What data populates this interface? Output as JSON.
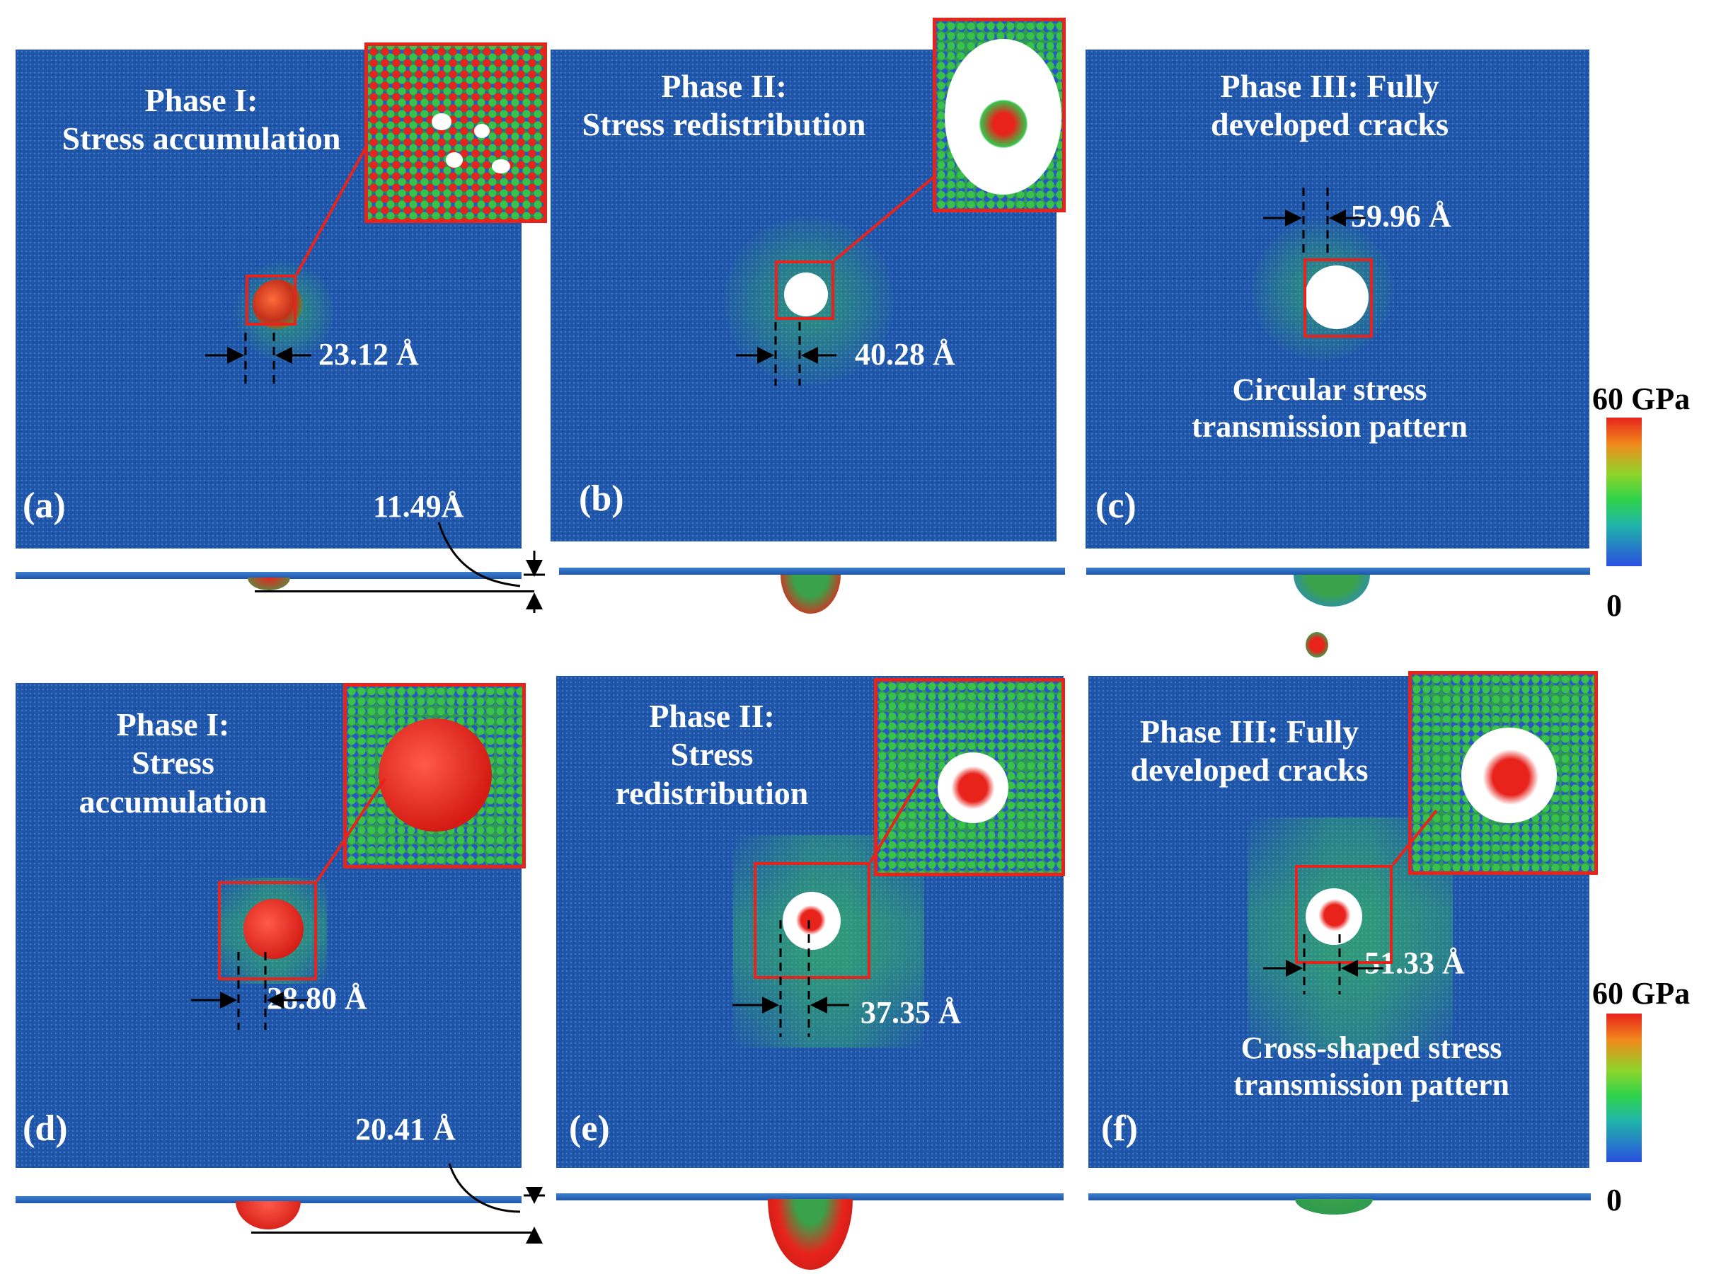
{
  "colors": {
    "stress_high": "#e8231c",
    "stress_mid": "#2fd34a",
    "stress_low": "#2a4fe0",
    "substrate": "#1f55a8",
    "inset_border": "#e8231c"
  },
  "top_row": {
    "a": {
      "label": "(a)",
      "phase": "Phase I:",
      "phase_desc": "Stress accumulation",
      "width": "23.12 Å",
      "depth": "11.49Å"
    },
    "b": {
      "label": "(b)",
      "phase": "Phase II:",
      "phase_desc": "Stress redistribution",
      "width": "40.28 Å"
    },
    "c": {
      "label": "(c)",
      "phase_line1": "Phase III: Fully",
      "phase_line2": "developed cracks",
      "width": "59.96 Å",
      "pattern_line1": "Circular stress",
      "pattern_line2": "transmission pattern"
    }
  },
  "bottom_row": {
    "d": {
      "label": "(d)",
      "phase": "Phase I:",
      "phase_line2": "Stress",
      "phase_line3": "accumulation",
      "width": "28.80 Å",
      "depth": "20.41 Å"
    },
    "e": {
      "label": "(e)",
      "phase": "Phase II:",
      "phase_line2": "Stress",
      "phase_line3": "redistribution",
      "width": "37.35 Å"
    },
    "f": {
      "label": "(f)",
      "phase_line1": "Phase III: Fully",
      "phase_line2": "developed cracks",
      "width": "51.33 Å",
      "pattern_line1": "Cross-shaped stress",
      "pattern_line2": "transmission pattern"
    }
  },
  "colorbar": {
    "max_label": "60 GPa",
    "min_label": "0"
  }
}
